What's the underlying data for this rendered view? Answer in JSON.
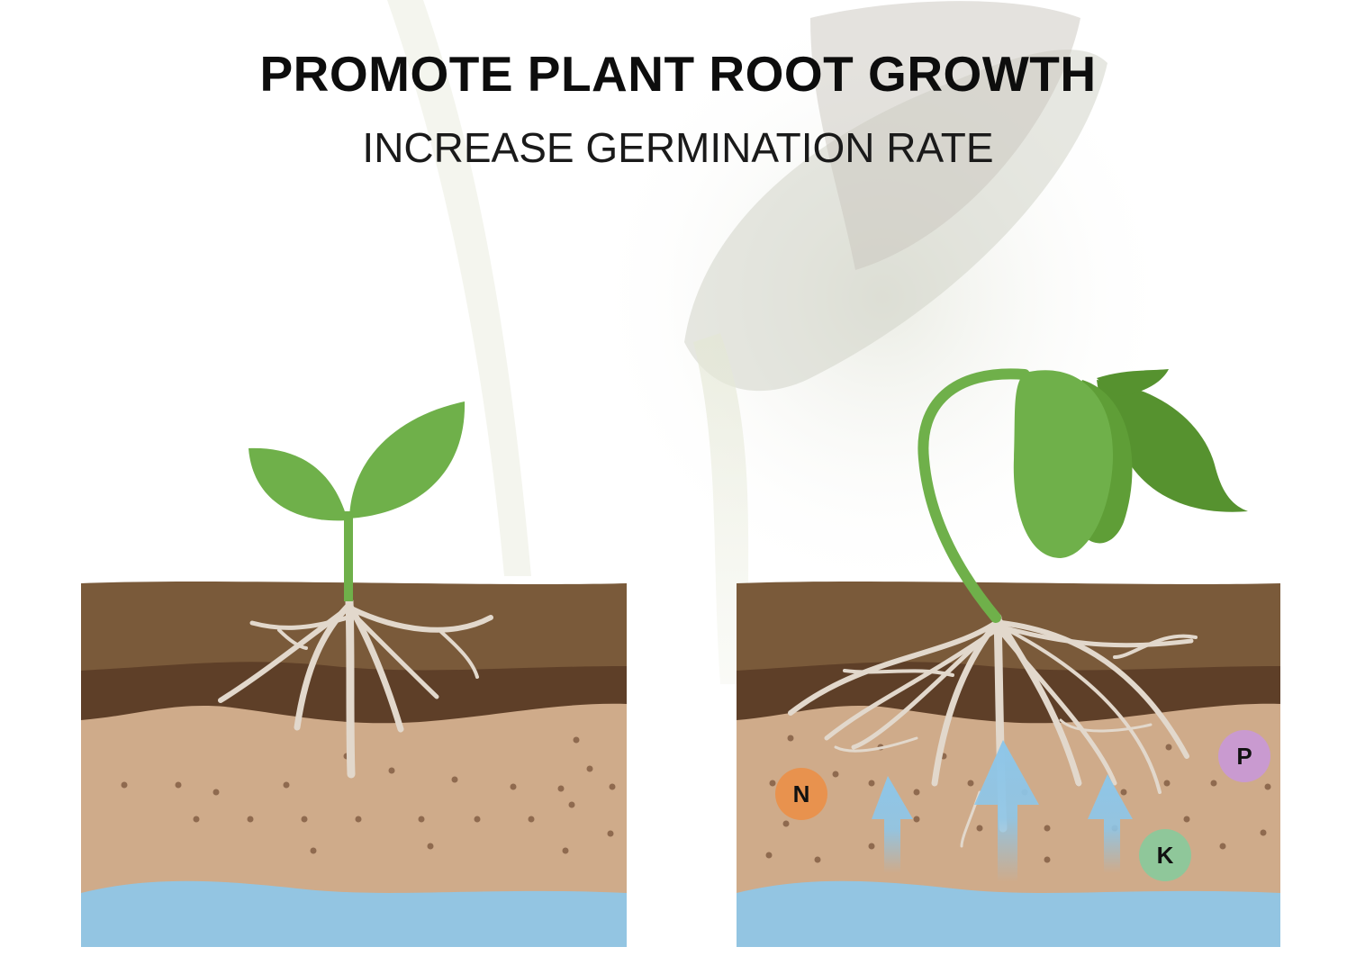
{
  "header": {
    "title": "PROMOTE PLANT ROOT GROWTH",
    "subtitle": "INCREASE GERMINATION RATE"
  },
  "panels": [
    {
      "id": "before",
      "description_icon": "small-seedling"
    },
    {
      "id": "after",
      "description_icon": "large-seedling",
      "nutrients": [
        {
          "label": "N",
          "color": "#e8924e"
        },
        {
          "label": "P",
          "color": "#c99ad0"
        },
        {
          "label": "K",
          "color": "#8fc79a"
        }
      ]
    }
  ],
  "colors": {
    "topsoil": "#7a5a3a",
    "darksoil": "#5e3f28",
    "subsoil": "#cfab8a",
    "water": "#93c5e2",
    "leaf": "#6fb04a",
    "root": "#e2d8cc",
    "arrow": "#8ec6e8"
  }
}
